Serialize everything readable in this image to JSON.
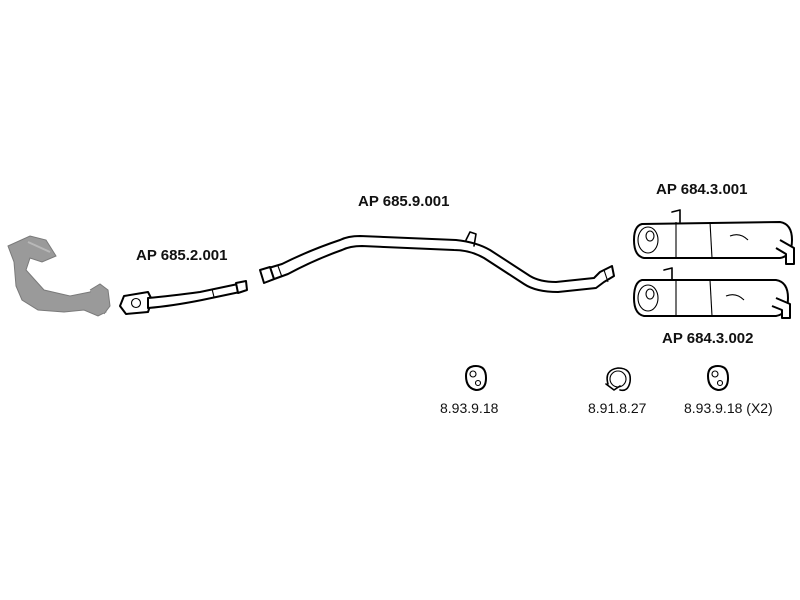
{
  "parts": {
    "front_pipe": {
      "code": "AP 685.2.001"
    },
    "center_pipe": {
      "code": "AP 685.9.001"
    },
    "rear_silencer_1": {
      "code": "AP 684.3.001"
    },
    "rear_silencer_2": {
      "code": "AP 684.3.002"
    }
  },
  "accessories": {
    "rubber_mount_1": {
      "code": "8.93.9.18"
    },
    "clamp": {
      "code": "8.91.8.27"
    },
    "rubber_mount_2": {
      "code": "8.93.9.18 (X2)"
    }
  },
  "colors": {
    "stroke": "#000000",
    "manifold_fill": "#9a9a9a",
    "background": "#ffffff"
  },
  "icons": {
    "manifold": "exhaust-manifold-icon",
    "rubber_mount": "rubber-mount-icon",
    "clamp": "pipe-clamp-icon"
  }
}
